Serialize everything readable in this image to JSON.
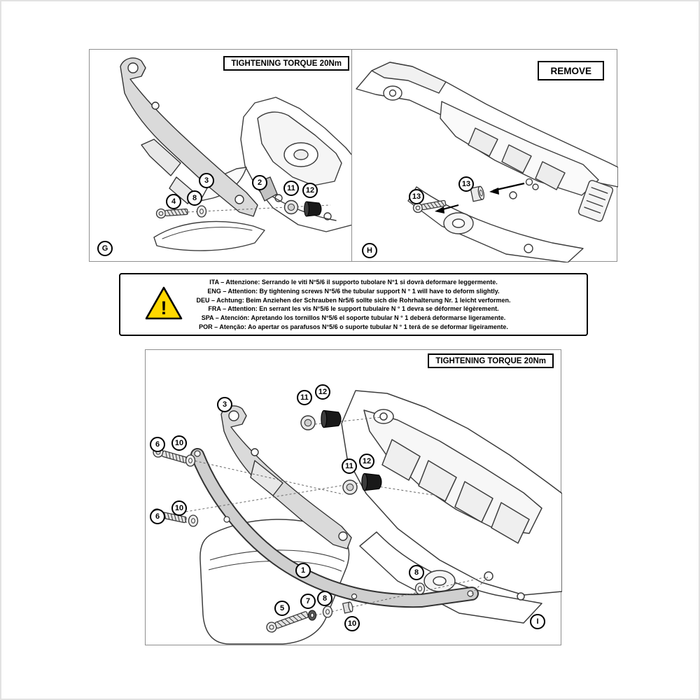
{
  "panels": {
    "g": {
      "letter": "G",
      "torque_label": "TIGHTENING TORQUE 20Nm",
      "callouts": [
        "4",
        "8",
        "3",
        "2",
        "11",
        "12"
      ]
    },
    "h": {
      "letter": "H",
      "remove_label": "REMOVE",
      "callouts": [
        "13",
        "13"
      ]
    },
    "i": {
      "letter": "I",
      "torque_label": "TIGHTENING TORQUE 20Nm",
      "callouts": [
        "3",
        "11",
        "12",
        "11",
        "12",
        "6",
        "10",
        "6",
        "10",
        "1",
        "8",
        "5",
        "7",
        "8",
        "10"
      ]
    }
  },
  "warning": {
    "icon": "warning-triangle-icon",
    "lines": [
      "ITA – Attenzione: Serrando le viti N°5/6 il supporto tubolare N°1 si dovrà deformare leggermente.",
      "ENG – Attention: By tightening screws N°5/6 the tubular support N ° 1 will have to deform slightly.",
      "DEU – Achtung: Beim Anziehen der Schrauben Nr5/6 sollte sich die Rohrhalterung Nr. 1 leicht verformen.",
      "FRA – Attention: En serrant les vis N°5/6 le support tubulaire N ° 1 devra se déformer légèrement.",
      "SPA – Atención: Apretando los tornillos N°5/6 el soporte tubular N ° 1 deberá deformarse ligeramente.",
      "POR – Atenção: Ao apertar os parafusos N°5/6 o suporte tubular N ° 1 terá de se deformar ligeiramente."
    ]
  }
}
